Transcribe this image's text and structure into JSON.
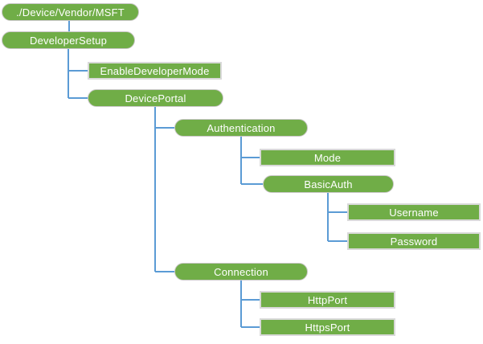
{
  "diagram": {
    "nodes": [
      {
        "id": "device-vendor-msft",
        "label": "./Device/Vendor/MSFT",
        "shape": "rounded"
      },
      {
        "id": "developer-setup",
        "label": "DeveloperSetup",
        "shape": "rounded"
      },
      {
        "id": "enable-developer-mode",
        "label": "EnableDeveloperMode",
        "shape": "rect"
      },
      {
        "id": "device-portal",
        "label": "DevicePortal",
        "shape": "rounded"
      },
      {
        "id": "authentication",
        "label": "Authentication",
        "shape": "rounded"
      },
      {
        "id": "mode",
        "label": "Mode",
        "shape": "rect"
      },
      {
        "id": "basic-auth",
        "label": "BasicAuth",
        "shape": "rounded"
      },
      {
        "id": "username",
        "label": "Username",
        "shape": "rect"
      },
      {
        "id": "password",
        "label": "Password",
        "shape": "rect"
      },
      {
        "id": "connection",
        "label": "Connection",
        "shape": "rounded"
      },
      {
        "id": "http-port",
        "label": "HttpPort",
        "shape": "rect"
      },
      {
        "id": "https-port",
        "label": "HttpsPort",
        "shape": "rect"
      }
    ],
    "hierarchy": {
      "./Device/Vendor/MSFT": [
        "DeveloperSetup"
      ],
      "DeveloperSetup": [
        "EnableDeveloperMode",
        "DevicePortal"
      ],
      "DevicePortal": [
        "Authentication",
        "Connection"
      ],
      "Authentication": [
        "Mode",
        "BasicAuth"
      ],
      "BasicAuth": [
        "Username",
        "Password"
      ],
      "Connection": [
        "HttpPort",
        "HttpsPort"
      ]
    },
    "colors": {
      "node_fill": "#70AD47",
      "node_text": "#FFFFFF",
      "connector": "#5B9BD5",
      "rect_border": "#D9D9D9",
      "rounded_border": "#C9C7C7",
      "background": "#FFFFFF"
    }
  }
}
